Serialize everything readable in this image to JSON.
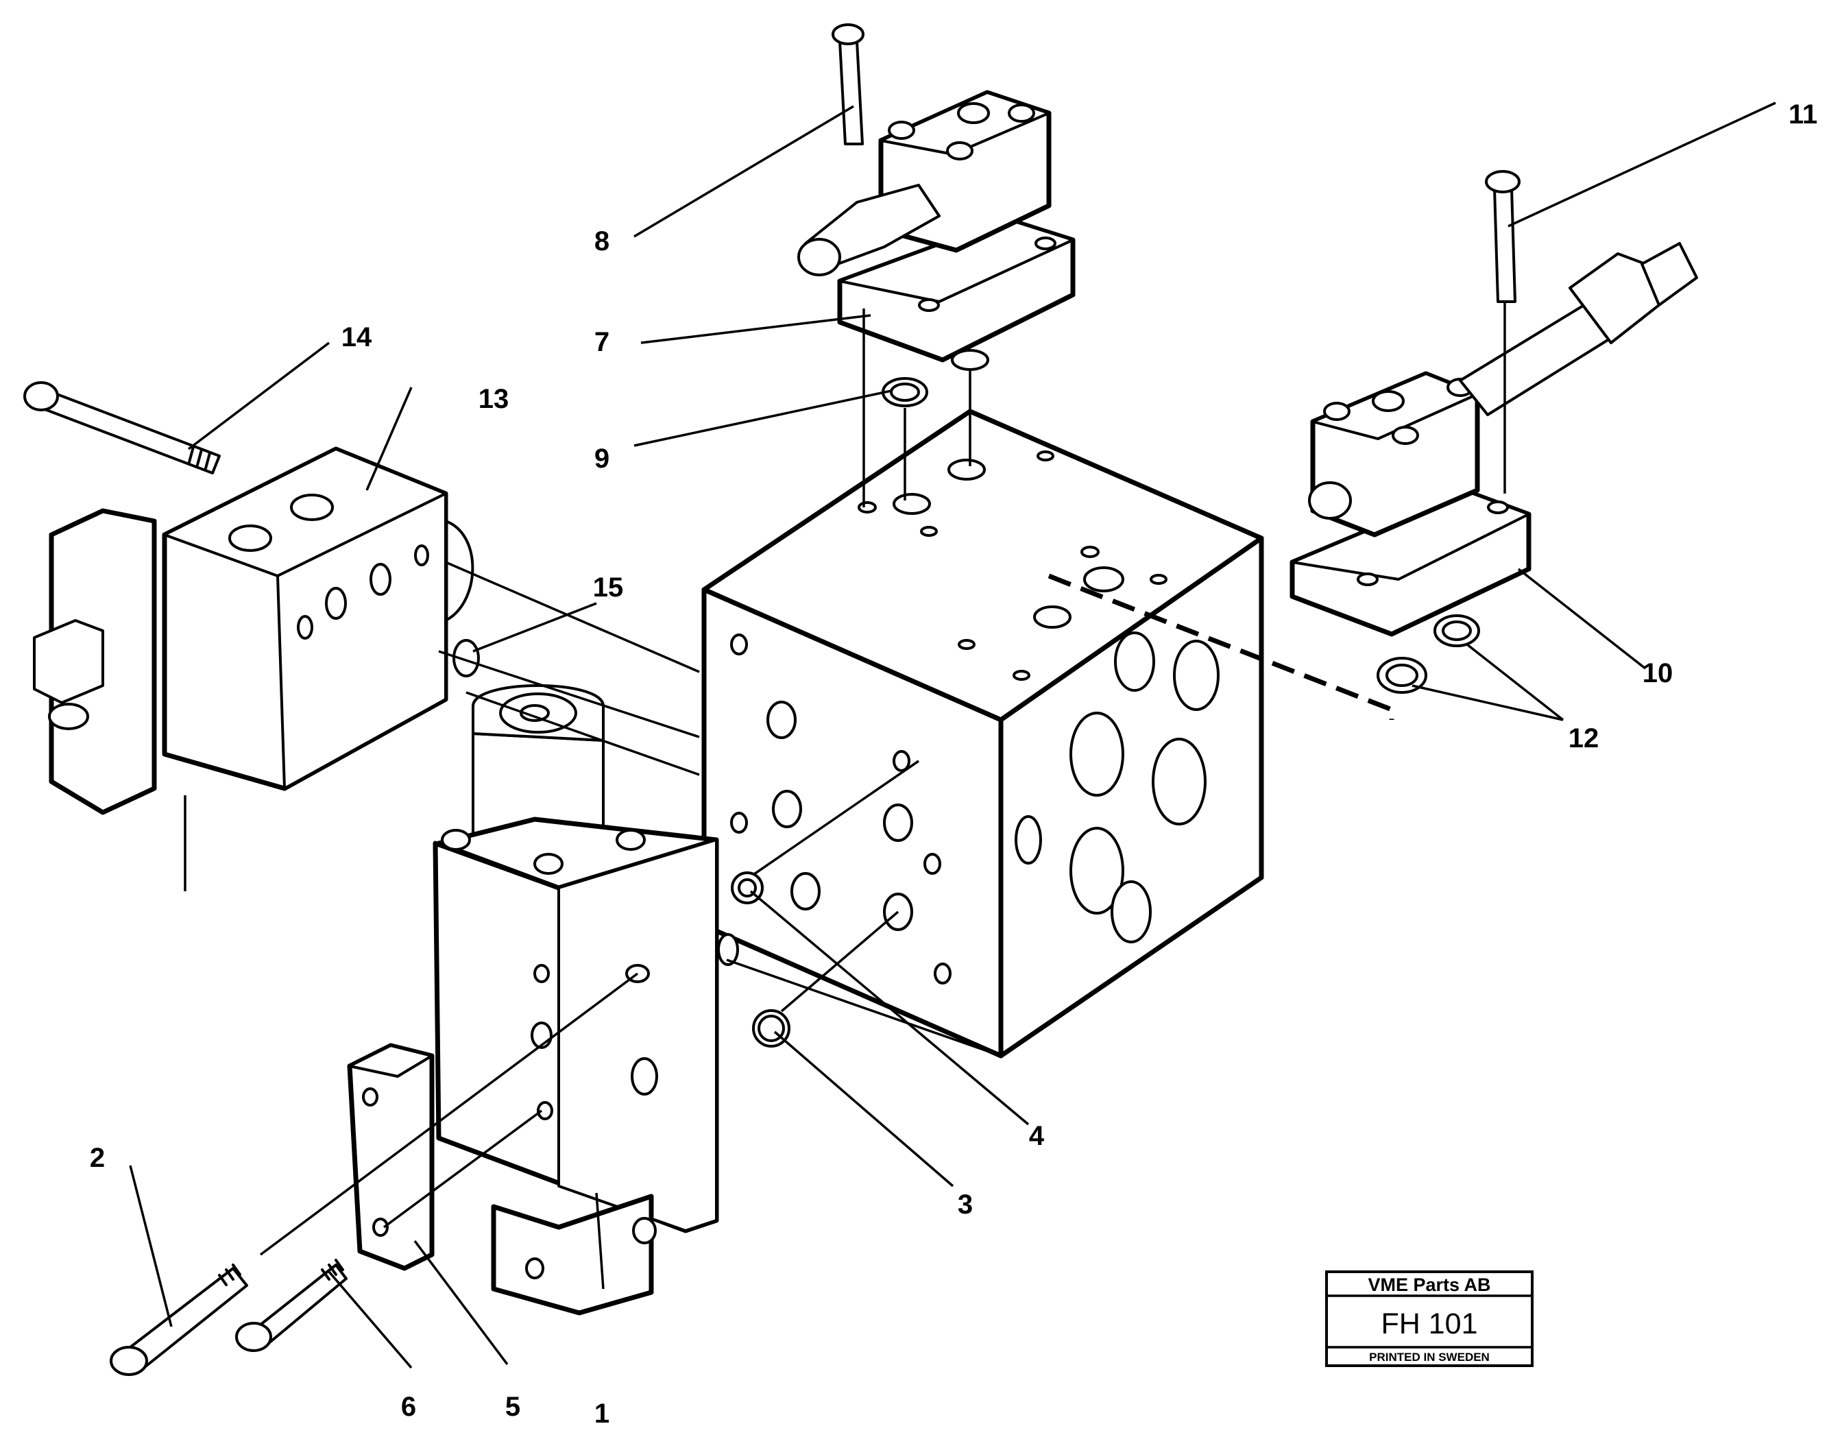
{
  "callouts": [
    "1",
    "2",
    "3",
    "4",
    "5",
    "6",
    "7",
    "8",
    "9",
    "10",
    "11",
    "12",
    "13",
    "14",
    "15"
  ],
  "title_block": {
    "company": "VME Parts AB",
    "code": "FH 101",
    "note": "PRINTED IN SWEDEN"
  },
  "icons": [
    "valve-block",
    "solenoid-valve",
    "pressure-relief-valve",
    "cap-screw",
    "o-ring",
    "spacer-plate"
  ]
}
